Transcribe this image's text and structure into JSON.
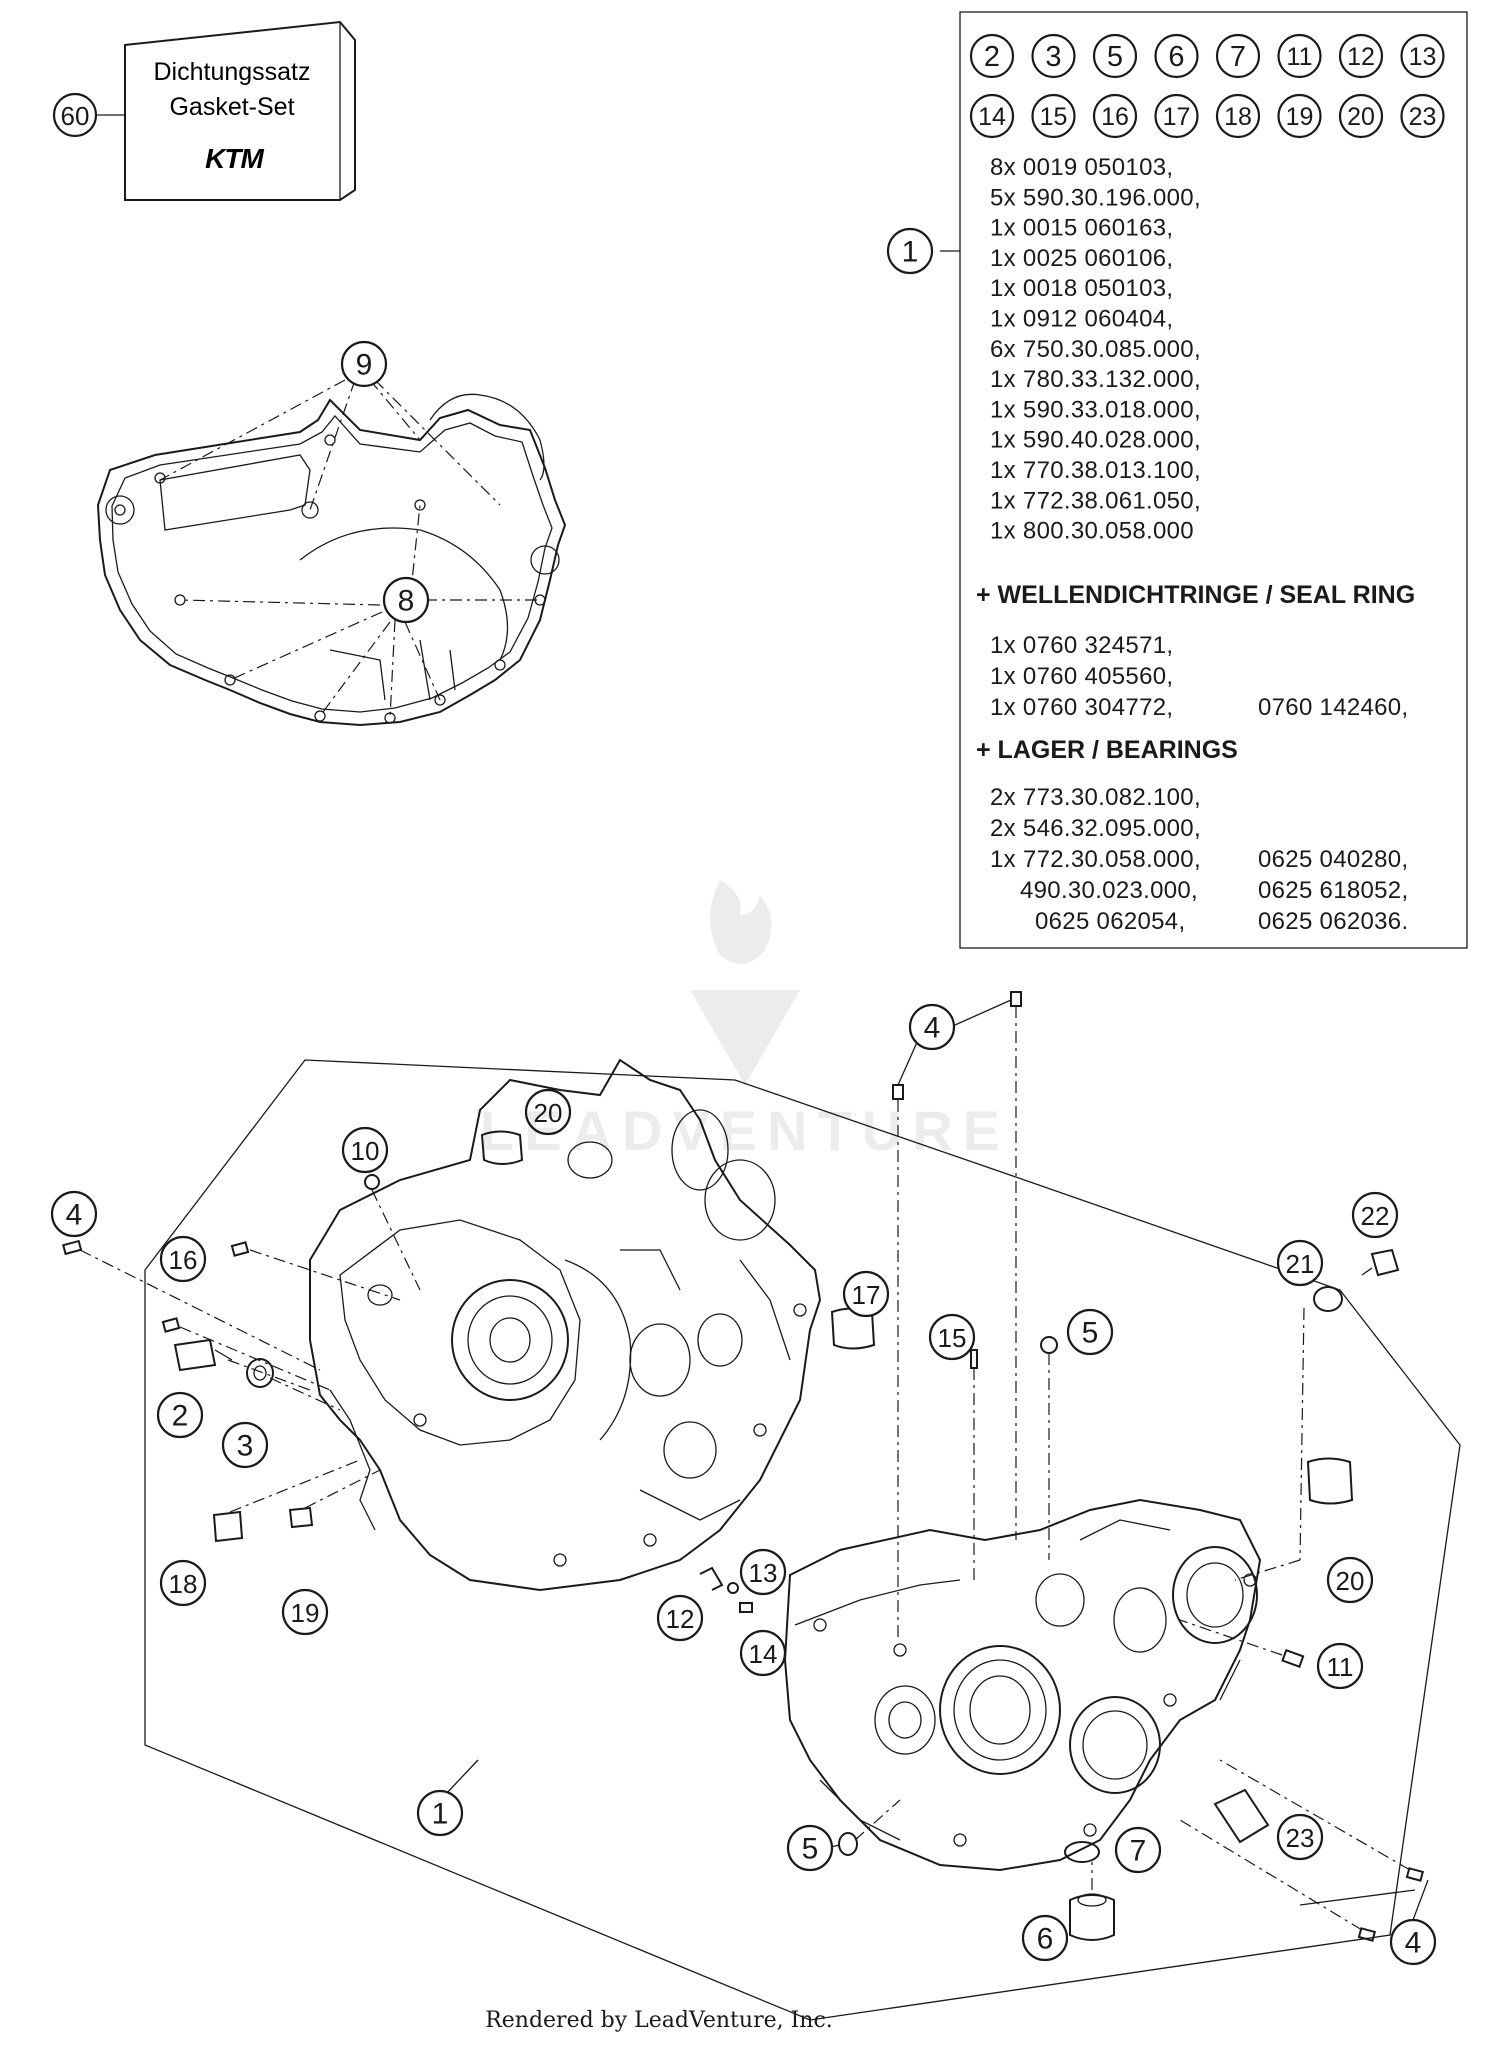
{
  "gasket_set": {
    "ref": "60",
    "label_de": "Dichtungssatz",
    "label_en": "Gasket-Set",
    "brand": "KTM"
  },
  "kit_box": {
    "ref": "1",
    "included_refs": [
      "2",
      "3",
      "5",
      "6",
      "7",
      "11",
      "12",
      "13",
      "14",
      "15",
      "16",
      "17",
      "18",
      "19",
      "20",
      "23"
    ],
    "parts": [
      "8x 0019 050103,",
      "5x 590.30.196.000,",
      "1x 0015 060163,",
      "1x 0025 060106,",
      "1x 0018 050103,",
      "1x 0912 060404,",
      "6x 750.30.085.000,",
      "1x 780.33.132.000,",
      "1x 590.33.018.000,",
      "1x 590.40.028.000,",
      "1x 770.38.013.100,",
      "1x 772.38.061.050,",
      "1x 800.30.058.000"
    ],
    "seal_heading": "+ WELLENDICHTRINGE /  SEAL RING",
    "seal_rows": [
      {
        "left": "1x 0760 324571,",
        "right": ""
      },
      {
        "left": "1x 0760 405560,",
        "right": ""
      },
      {
        "left": "1x 0760 304772,",
        "right": "0760 142460,"
      }
    ],
    "bearing_heading": "+ LAGER / BEARINGS",
    "bearing_rows": [
      {
        "left": "2x 773.30.082.100,",
        "right": ""
      },
      {
        "left": "2x 546.32.095.000,",
        "right": ""
      },
      {
        "left": "1x 772.30.058.000,",
        "right": "0625 040280,"
      },
      {
        "left": "490.30.023.000,",
        "right": "0625 618052,"
      },
      {
        "left": "0625 062054,",
        "right": "0625 062036."
      }
    ]
  },
  "callouts": {
    "c1": "1",
    "c2": "2",
    "c3": "3",
    "c4": "4",
    "c5": "5",
    "c6": "6",
    "c7": "7",
    "c8": "8",
    "c9": "9",
    "c10": "10",
    "c11": "11",
    "c12": "12",
    "c13": "13",
    "c14": "14",
    "c15": "15",
    "c16": "16",
    "c17": "17",
    "c18": "18",
    "c19": "19",
    "c20": "20",
    "c21": "21",
    "c22": "22",
    "c23": "23"
  },
  "watermark": "LEADVENTURE",
  "footer": "Rendered by LeadVenture, Inc."
}
